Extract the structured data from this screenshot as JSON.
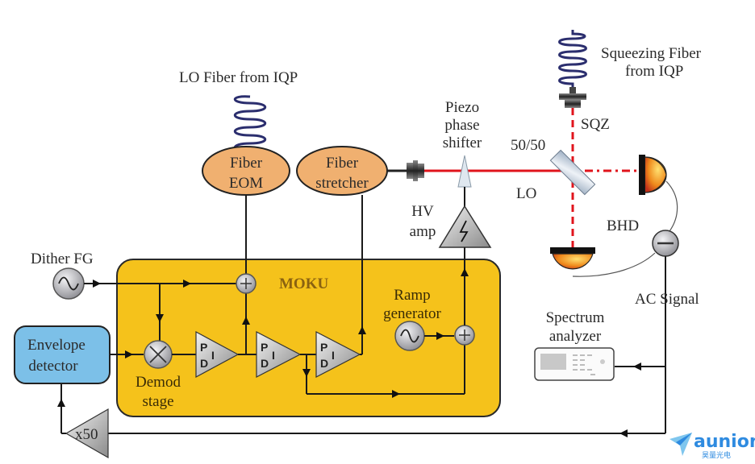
{
  "diagram": {
    "title": "Squeezed light homodyne detection with MOKU phase-lock loop",
    "labels": {
      "lo_fiber": "LO Fiber from IQP",
      "sqz_fiber_line1": "Squeezing Fiber",
      "sqz_fiber_line2": "from IQP",
      "fiber_eom_line1": "Fiber",
      "fiber_eom_line2": "EOM",
      "fiber_stretcher_line1": "Fiber",
      "fiber_stretcher_line2": "stretcher",
      "piezo_line1": "Piezo",
      "piezo_line2": "phase",
      "piezo_line3": "shifter",
      "hv_line1": "HV",
      "hv_line2": "amp",
      "bs": "50/50",
      "lo": "LO",
      "sqz": "SQZ",
      "bhd": "BHD",
      "ac_signal": "AC Signal",
      "spectrum_line1": "Spectrum",
      "spectrum_line2": "analyzer",
      "dither": "Dither FG",
      "moku": "MOKU",
      "ramp_line1": "Ramp",
      "ramp_line2": "generator",
      "envelope_line1": "Envelope",
      "envelope_line2": "detector",
      "demod_line1": "Demod",
      "demod_line2": "stage",
      "gain": "x50",
      "pid_p": "P",
      "pid_i": "I",
      "pid_d": "D"
    },
    "colors": {
      "moku_fill": "#f5c21b",
      "ellipse_fill": "#f0b070",
      "envelope_fill": "#7cc0e8",
      "beam": "#e0141c",
      "fiber": "#2b2e6e"
    }
  },
  "watermark": {
    "brand": "aunion",
    "subtitle": "昊量光电"
  }
}
